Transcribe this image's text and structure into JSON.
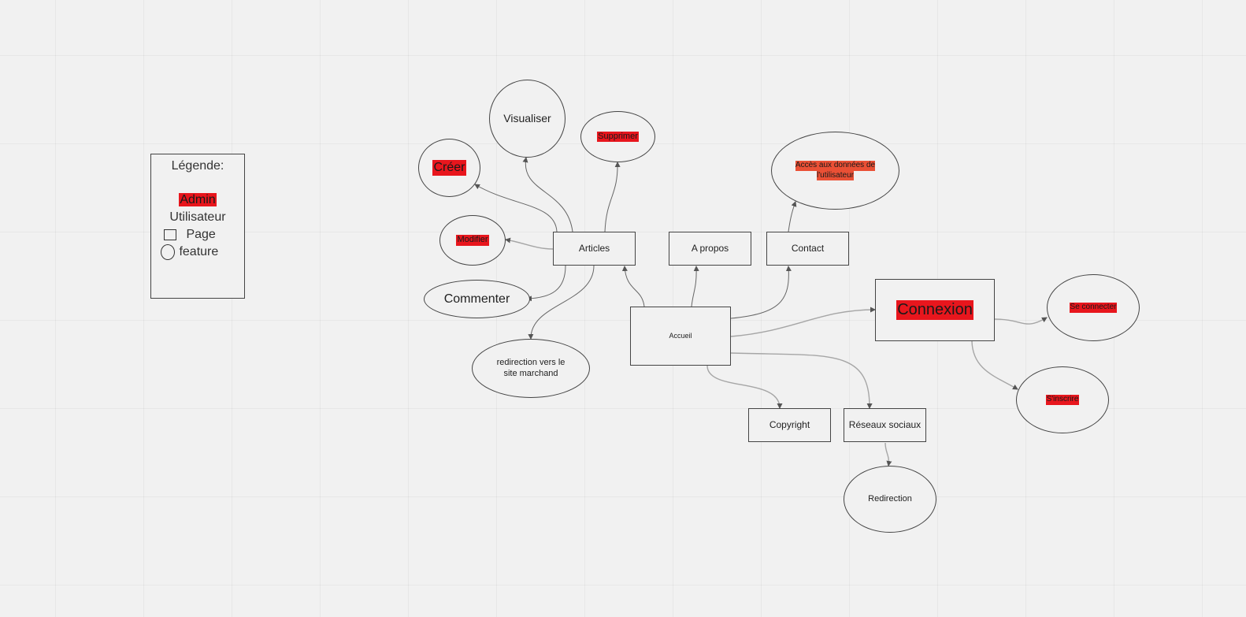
{
  "legend": {
    "title": "Légende:",
    "admin_label": "Admin",
    "user_label": "Utilisateur",
    "page_label": "Page",
    "feature_label": "feature",
    "admin_color": "#e8161d"
  },
  "nodes": {
    "visualiser": "Visualiser",
    "supprimer": "Supprimer",
    "creer": "Créer",
    "modifier": "Modifier",
    "commenter": "Commenter",
    "redirection_marchand": "redirection vers le site marchand",
    "articles": "Articles",
    "a_propos": "A propos",
    "contact": "Contact",
    "acces_donnees_line1": "Accès aux données de",
    "acces_donnees_line2": "l'utilisateur",
    "accueil": "Accueil",
    "connexion": "Connexion",
    "se_connecter": "Se connecter",
    "s_inscrire": "S'inscrire",
    "copyright": "Copyright",
    "reseaux_sociaux": "Réseaux sociaux",
    "redirection": "Redirection"
  },
  "colors": {
    "background": "#f1f1f1",
    "admin_highlight": "#e8161d",
    "admin_highlight_soft": "#ea5035",
    "border": "#444444",
    "connector": "#666666"
  }
}
